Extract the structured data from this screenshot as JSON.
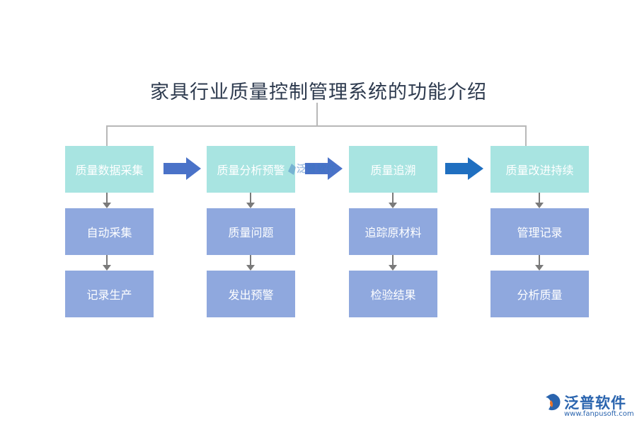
{
  "title": "家具行业质量控制管理系统的功能介绍",
  "columns": [
    {
      "head": "质量数据采集",
      "items": [
        "自动采集",
        "记录生产"
      ]
    },
    {
      "head": "质量分析预警",
      "items": [
        "质量问题",
        "发出预警"
      ]
    },
    {
      "head": "质量追溯",
      "items": [
        "追踪原材料",
        "检验结果"
      ]
    },
    {
      "head": "质量改进持续",
      "items": [
        "管理记录",
        "分析质量"
      ]
    }
  ],
  "logo": {
    "name": "泛普软件",
    "url": "www.fanpusoft.com"
  },
  "colors": {
    "top_box": "#a8e4e1",
    "sub_box": "#8fa8de",
    "arrow_blue": "#4a72c8",
    "arrow_blue_dark": "#1f6fc0",
    "connector": "#b8b8b8",
    "down_arrow": "#7a7a7a"
  }
}
